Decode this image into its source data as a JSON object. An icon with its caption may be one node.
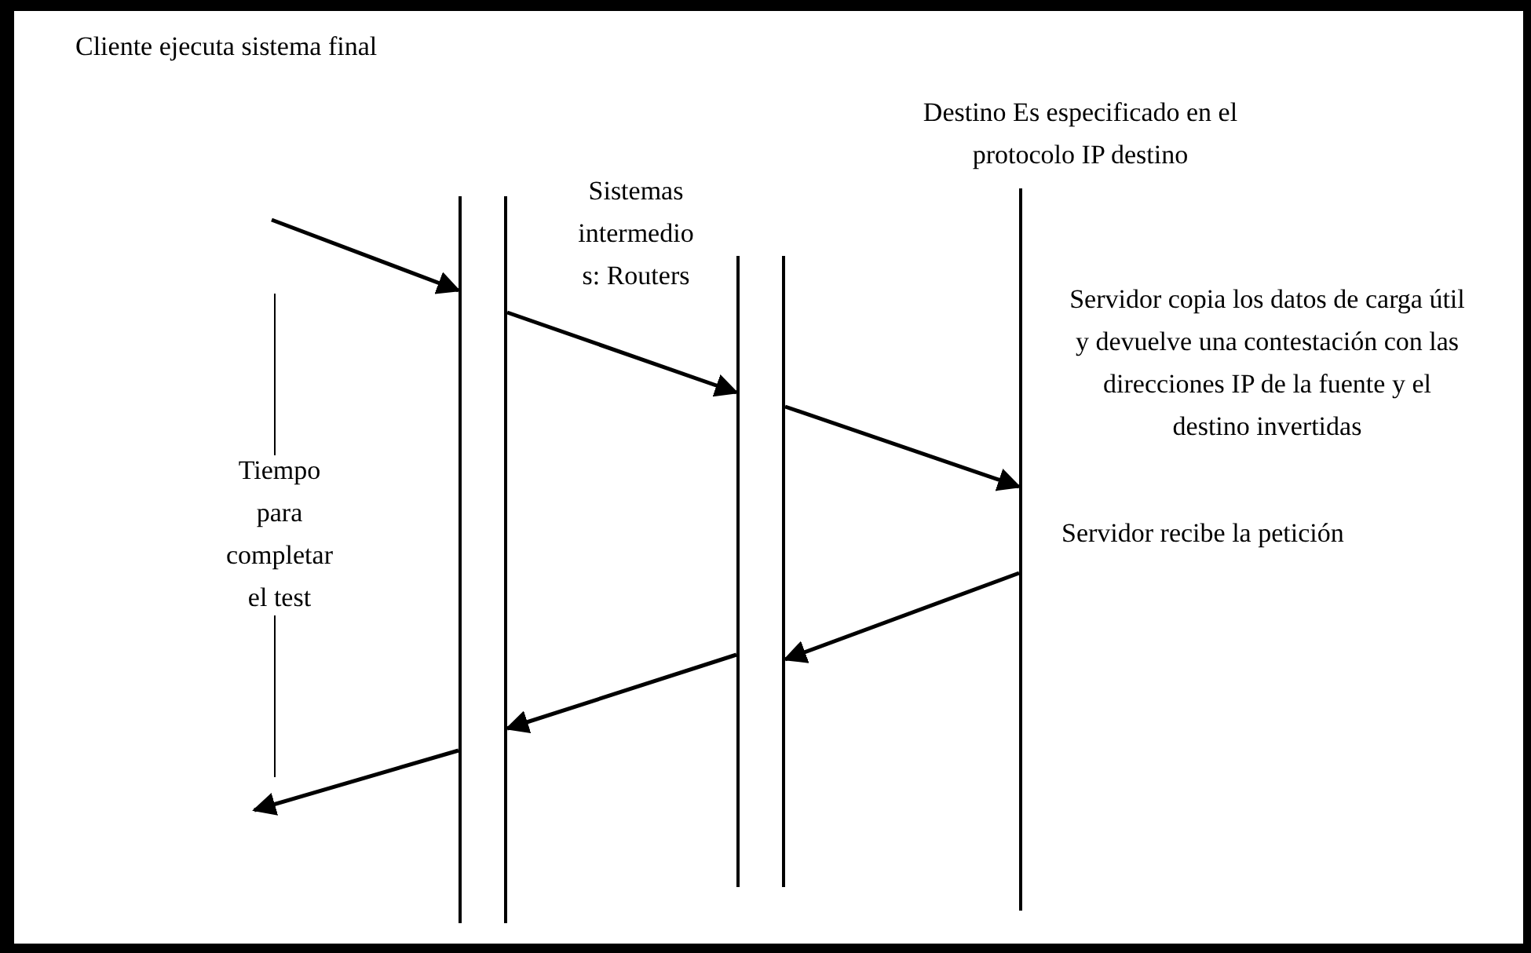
{
  "diagram": {
    "nodes": [
      {
        "text": [],
        "shape": "bar"
      },
      {
        "text": [],
        "shape": "bar"
      },
      {
        "text": [],
        "shape": "bar"
      },
      {
        "text": [],
        "shape": "bar"
      },
      {
        "text": [],
        "shape": "bar"
      }
    ],
    "edges": [
      {
        "from": null,
        "to": 0,
        "arrow": "to"
      },
      {
        "from": 1,
        "to": 2,
        "arrow": "to"
      },
      {
        "from": 3,
        "to": 4,
        "arrow": "to"
      },
      {
        "from": 4,
        "to": 3,
        "arrow": "to"
      },
      {
        "from": 2,
        "to": 1,
        "arrow": "to"
      },
      {
        "from": 0,
        "to": null,
        "arrow": "to"
      }
    ],
    "labels": [
      "Cliente ejecuta sistema final",
      "Sistemas intermedio s: Routers",
      "Destino Es especificado en el protocolo IP destino",
      "Servidor copia los datos de carga útil y devuelve una contestación con las direcciones IP de la fuente y el destino invertidas",
      "Servidor recibe la petición",
      "Tiempo para completar el test"
    ]
  }
}
